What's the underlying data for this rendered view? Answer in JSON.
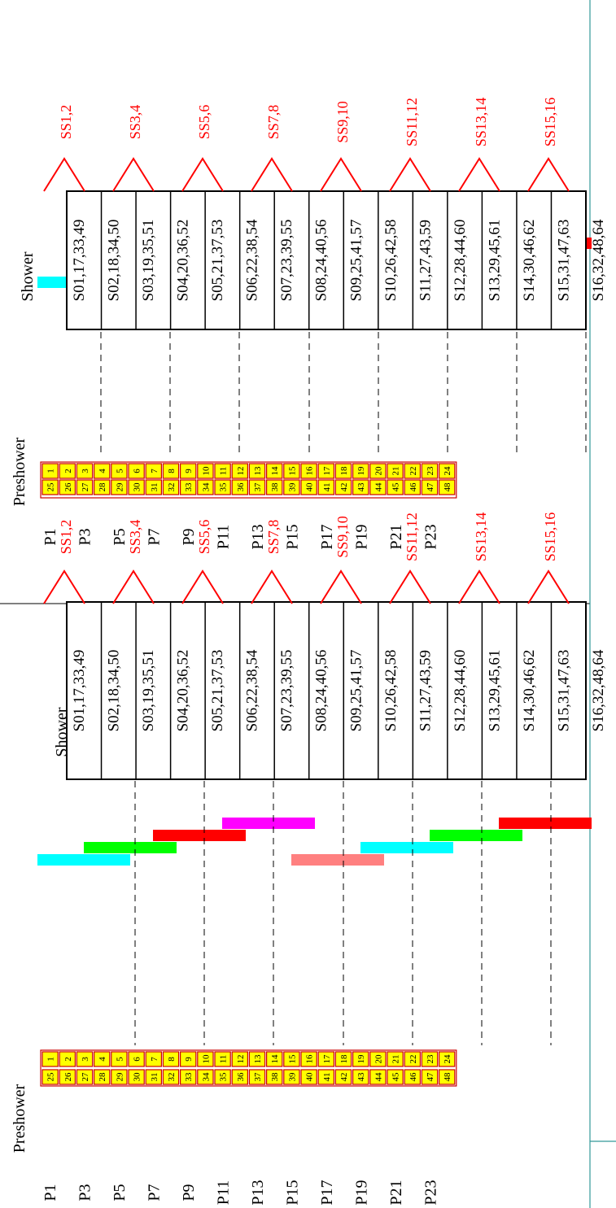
{
  "panels": [
    {
      "id": "top",
      "shower_label": "Shower",
      "preshower_label": "Preshower",
      "p_labels": [
        "P1",
        "P3",
        "P5",
        "P7",
        "P9",
        "P11",
        "P13",
        "P15",
        "P17",
        "P19",
        "P21",
        "P23"
      ],
      "shower_cells": [
        "S01,17,33,49",
        "S02,18,34,50",
        "S03,19,35,51",
        "S04,20,36,52",
        "S05,21,37,53",
        "S06,22,38,54",
        "S07,23,39,55",
        "S08,24,40,56",
        "S09,25,41,57",
        "S10,26,42,58",
        "S11,27,43,59",
        "S12,28,44,60",
        "S13,29,45,61",
        "S14,30,46,62",
        "S15,31,47,63",
        "S16,32,48,64"
      ],
      "ss_labels": [
        "SS1,2",
        "SS3,4",
        "SS5,6",
        "SS7,8",
        "SS9,10",
        "SS11,12",
        "SS13,14",
        "SS15,16"
      ],
      "pre_row_a": [
        "1",
        "2",
        "3",
        "4",
        "5",
        "6",
        "7",
        "8",
        "9",
        "10",
        "11",
        "12",
        "13",
        "14",
        "15",
        "16",
        "17",
        "18",
        "19",
        "20",
        "21",
        "22",
        "23",
        "24"
      ],
      "pre_row_b": [
        "25",
        "26",
        "27",
        "28",
        "29",
        "30",
        "31",
        "32",
        "33",
        "34",
        "35",
        "36",
        "37",
        "38",
        "39",
        "40",
        "41",
        "42",
        "43",
        "44",
        "45",
        "46",
        "47",
        "48"
      ]
    },
    {
      "id": "bottom",
      "shower_label": "Shower",
      "preshower_label": "Preshower",
      "p_labels": [
        "P1",
        "P3",
        "P5",
        "P7",
        "P9",
        "P11",
        "P13",
        "P15",
        "P17",
        "P19",
        "P21",
        "P23"
      ],
      "shower_cells": [
        "S01,17,33,49",
        "S02,18,34,50",
        "S03,19,35,51",
        "S04,20,36,52",
        "S05,21,37,53",
        "S06,22,38,54",
        "S07,23,39,55",
        "S08,24,40,56",
        "S09,25,41,57",
        "S10,26,42,58",
        "S11,27,43,59",
        "S12,28,44,60",
        "S13,29,45,61",
        "S14,30,46,62",
        "S15,31,47,63",
        "S16,32,48,64"
      ],
      "ss_labels": [
        "SS1,2",
        "SS3,4",
        "SS5,6",
        "SS7,8",
        "SS9,10",
        "SS11,12",
        "SS13,14",
        "SS15,16"
      ],
      "pre_row_a": [
        "1",
        "2",
        "3",
        "4",
        "5",
        "6",
        "7",
        "8",
        "9",
        "10",
        "11",
        "12",
        "13",
        "14",
        "15",
        "16",
        "17",
        "18",
        "19",
        "20",
        "21",
        "22",
        "23",
        "24"
      ],
      "pre_row_b": [
        "25",
        "26",
        "27",
        "28",
        "29",
        "30",
        "31",
        "32",
        "33",
        "34",
        "35",
        "36",
        "37",
        "38",
        "39",
        "40",
        "41",
        "42",
        "43",
        "44",
        "45",
        "46",
        "47",
        "48"
      ]
    }
  ],
  "colors": {
    "cyan": "#00ffff",
    "green": "#00ff00",
    "red": "#ff0000",
    "magenta": "#ff00ff",
    "pink": "#ff8080",
    "preshower_fill": "#ffff00",
    "preshower_border": "#cc0000",
    "ss_red": "#ff0000",
    "divider_teal": "#339999"
  }
}
